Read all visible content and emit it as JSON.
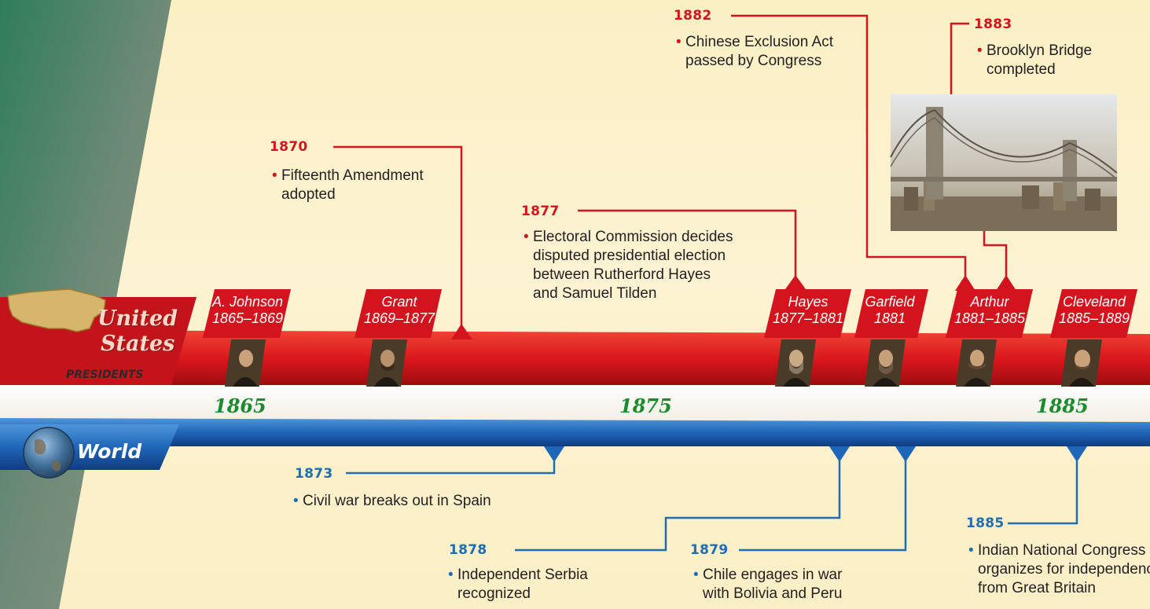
{
  "bands": {
    "united_states": {
      "title_line1": "United",
      "title_line2": "States",
      "subtitle": "PRESIDENTS",
      "icon": "us-map-icon"
    },
    "world": {
      "title": "World",
      "icon": "globe-icon"
    }
  },
  "decade_labels": [
    "1865",
    "1875",
    "1885"
  ],
  "presidents": [
    {
      "name": "A. Johnson",
      "term": "1865–1869"
    },
    {
      "name": "Grant",
      "term": "1869–1877"
    },
    {
      "name": "Hayes",
      "term": "1877–1881"
    },
    {
      "name": "Garfield",
      "term": "1881"
    },
    {
      "name": "Arthur",
      "term": "1881–1885"
    },
    {
      "name": "Cleveland",
      "term": "1885–1889"
    }
  ],
  "us_events": [
    {
      "year": "1870",
      "lines": [
        "Fifteenth Amendment",
        "adopted"
      ]
    },
    {
      "year": "1877",
      "lines": [
        "Electoral Commission decides",
        "disputed presidential election",
        "between Rutherford Hayes",
        "and Samuel Tilden"
      ]
    },
    {
      "year": "1882",
      "lines": [
        "Chinese Exclusion Act",
        "passed by Congress"
      ]
    },
    {
      "year": "1883",
      "lines": [
        "Brooklyn Bridge",
        "completed"
      ],
      "image": "brooklyn-bridge-painting"
    }
  ],
  "world_events": [
    {
      "year": "1873",
      "lines": [
        "Civil war breaks out in Spain"
      ]
    },
    {
      "year": "1878",
      "lines": [
        "Independent Serbia",
        "recognized"
      ]
    },
    {
      "year": "1879",
      "lines": [
        "Chile engages in war",
        "with Bolivia and Peru"
      ]
    },
    {
      "year": "1885",
      "lines": [
        "Indian National Congress",
        "organizes for independence",
        "from Great Britain"
      ]
    }
  ],
  "colors": {
    "us_red": "#d3141e",
    "world_blue": "#1f6db3",
    "decade_green": "#1c8a2e",
    "background": "#fbf1c9"
  }
}
